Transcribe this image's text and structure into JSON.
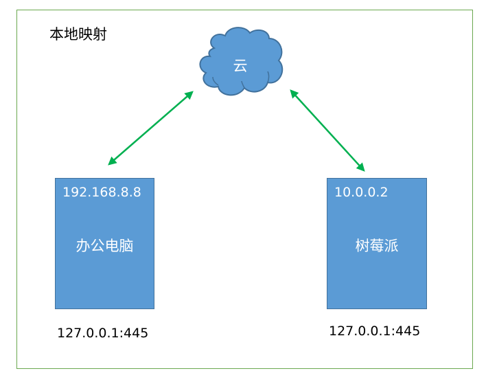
{
  "title": "本地映射",
  "cloud": {
    "label": "云",
    "fill": "#5b9bd5",
    "stroke": "#41719c"
  },
  "nodes": [
    {
      "ip": "192.168.8.8",
      "name": "办公电脑",
      "address": "127.0.0.1:445"
    },
    {
      "ip": "10.0.0.2",
      "name": "树莓派",
      "address": "127.0.0.1:445"
    }
  ],
  "colors": {
    "frame": "#6aa84f",
    "box_fill": "#5b9bd5",
    "arrow": "#00b050"
  }
}
